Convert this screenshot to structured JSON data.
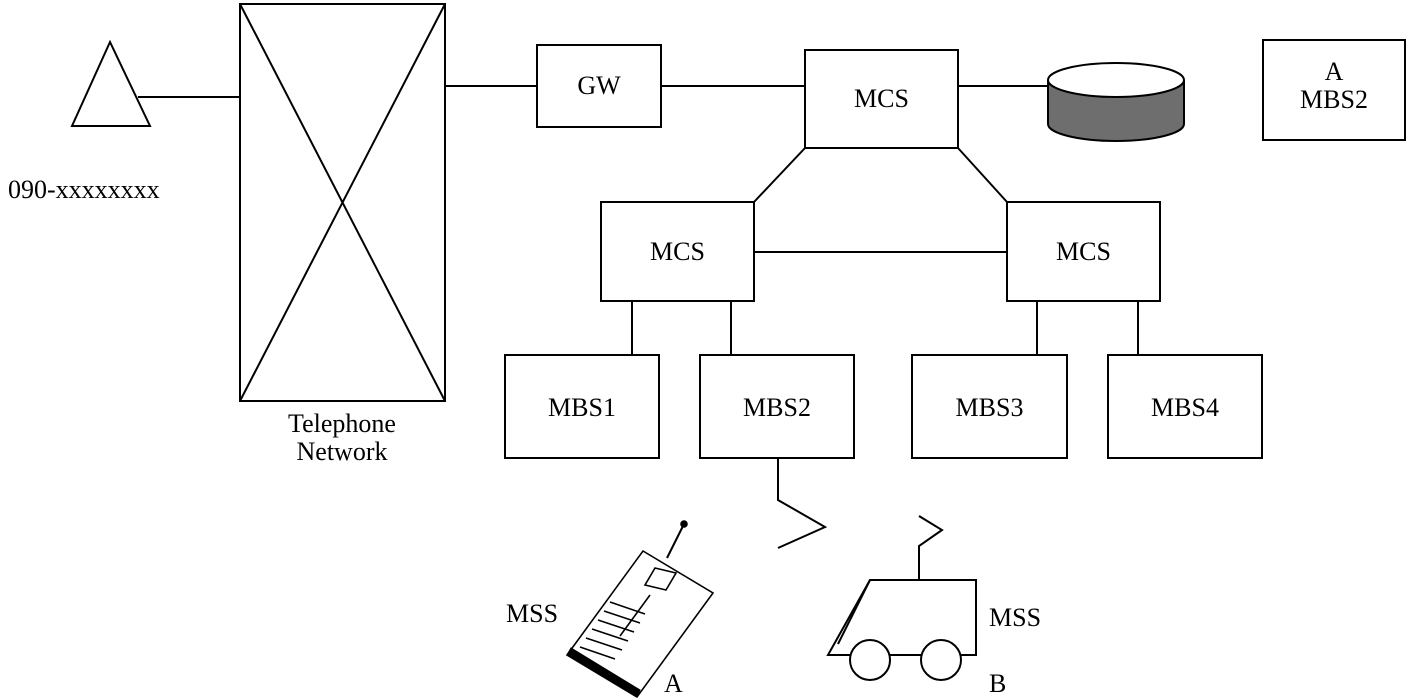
{
  "phone_number": "090-xxxxxxxx",
  "telephone_network": {
    "line1": "Telephone",
    "line2": "Network"
  },
  "gateway": "GW",
  "mcs_top": "MCS",
  "mcs_left": "MCS",
  "mcs_right": "MCS",
  "mbs": [
    "MBS1",
    "MBS2",
    "MBS3",
    "MBS4"
  ],
  "location_register": {
    "line1": "A",
    "line2": "MBS2"
  },
  "mss_a": {
    "label": "MSS",
    "id": "A"
  },
  "mss_b": {
    "label": "MSS",
    "id": "B"
  },
  "colors": {
    "stroke": "#000000",
    "disk_fill": "#6e6e6e",
    "background": "#ffffff"
  }
}
